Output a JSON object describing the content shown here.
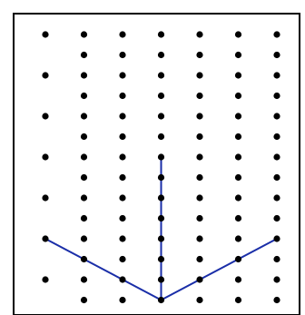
{
  "colors": {
    "background": "#ffffff",
    "frame": "#000000",
    "dot": "#000000",
    "line": "#1a2ea8"
  },
  "diagram": {
    "type": "isometric-dot-grid",
    "even_row_columns": 7,
    "odd_row_columns": 6,
    "rows": 15,
    "paths": [
      {
        "name": "vertical-stem",
        "points": [
          [
            3,
            6
          ],
          [
            3,
            13
          ]
        ]
      },
      {
        "name": "v-arms",
        "points": [
          [
            0,
            10
          ],
          [
            1,
            11
          ],
          [
            2,
            12
          ],
          [
            3,
            13
          ],
          [
            4,
            12
          ],
          [
            5,
            11
          ],
          [
            6,
            10
          ]
        ]
      }
    ]
  }
}
